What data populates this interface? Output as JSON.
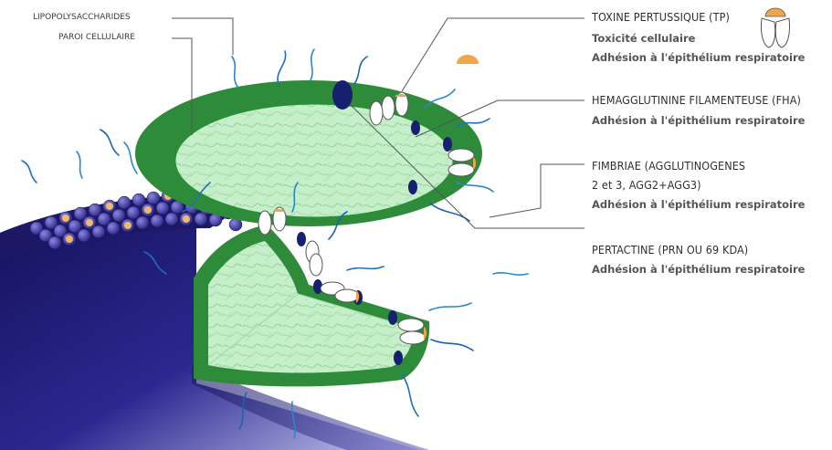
{
  "labels": {
    "lps": "LIPOPOLYSACCHARIDES",
    "wall": "PAROI CELLULAIRE",
    "tp_title": "TOXINE PERTUSSIQUE (TP)",
    "tp_desc1": "Toxicité cellulaire",
    "tp_desc2": "Adhésion à l'épithélium respiratoire",
    "fha_title": "HEMAGGLUTININE FILAMENTEUSE (FHA)",
    "fha_desc": "Adhésion à l'épithélium respiratoire",
    "fim_title": "FIMBRIAE (AGGLUTINOGENES",
    "fim_sub": "2 et 3, AGG2+AGG3)",
    "fim_desc": "Adhésion à l'épithélium respiratoire",
    "prn_title": "PERTACTINE (PRN OU 69 KDA)",
    "prn_desc": "Adhésion à l'épithélium respiratoire"
  },
  "colors": {
    "wall_green": "#2e8b3a",
    "cytoplasm": "#bfeec4",
    "body_navy": "#1f1b6e",
    "toxin_orange": "#f0a54a",
    "leader_line": "#555555"
  }
}
